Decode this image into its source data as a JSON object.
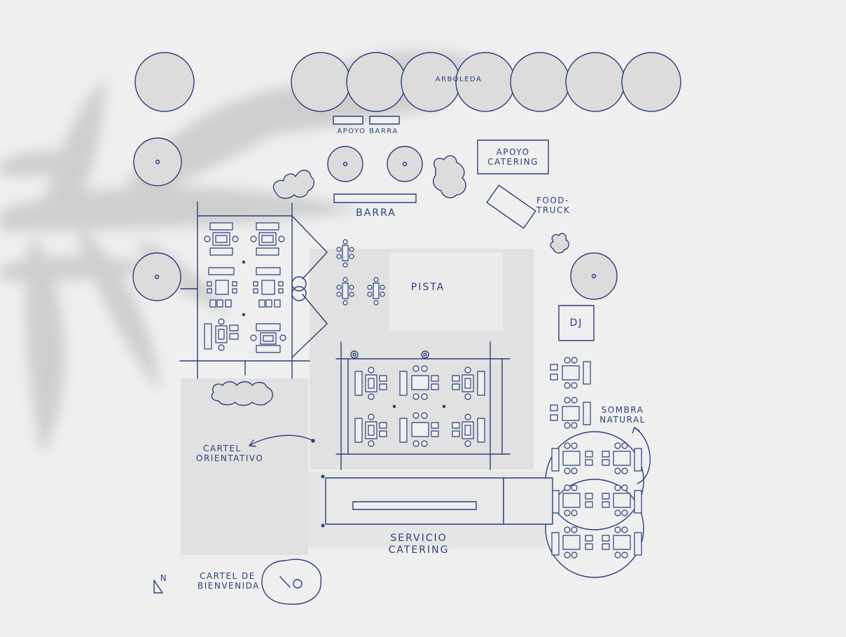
{
  "colors": {
    "ink": "#2d3f7c",
    "paper": "#efefef",
    "area_fill": "#e0e0e0",
    "shadow": "#c9c9c9"
  },
  "labels": {
    "arboleda": "ARBOLEDA",
    "apoyo_barra": "APOYO BARRA",
    "apoyo_catering_1": "APOYO",
    "apoyo_catering_2": "CATERING",
    "barra": "BARRA",
    "food_truck_1": "FOOD-",
    "food_truck_2": "TRUCK",
    "pista": "PISTA",
    "dj": "DJ",
    "sombra_natural_1": "SOMBRA",
    "sombra_natural_2": "NATURAL",
    "cartel_orientativo_1": "CARTEL",
    "cartel_orientativo_2": "ORIENTATIVO",
    "servicio_catering_1": "SERVICIO",
    "servicio_catering_2": "CATERING",
    "cartel_bienvenida_1": "CARTEL DE",
    "cartel_bienvenida_2": "BIENVENIDA",
    "north": "N"
  }
}
